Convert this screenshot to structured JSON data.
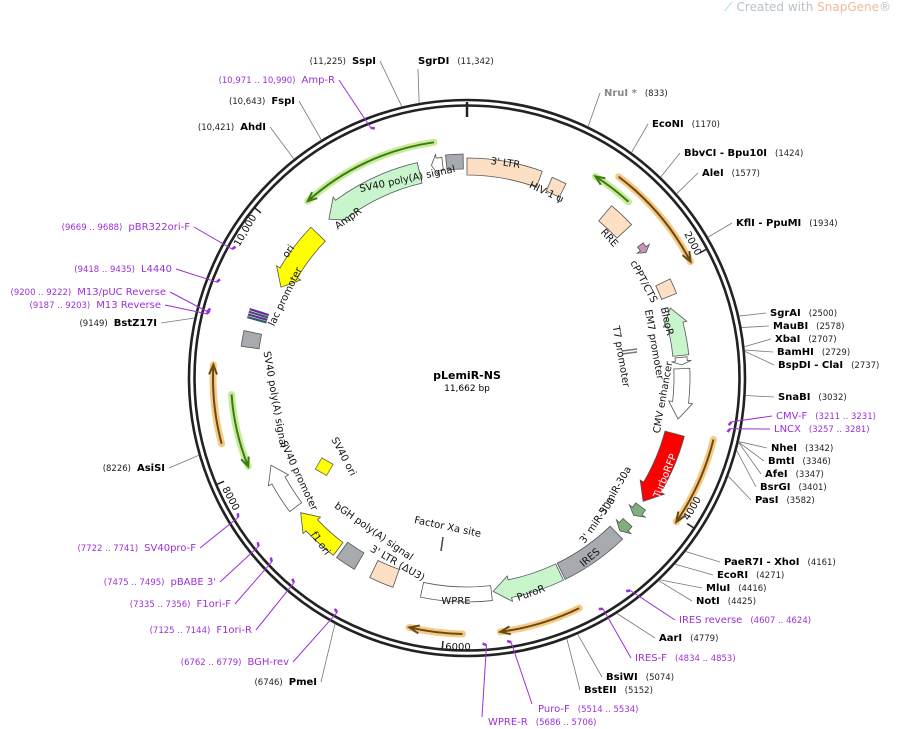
{
  "header": {
    "credit_prefix": "Created with ",
    "credit_brand": "SnapGene",
    "credit_suffix": "®"
  },
  "plasmid": {
    "name": "pLemiR-NS",
    "length": "11,662 bp"
  },
  "ticks": [
    "2000",
    "4000",
    "6000",
    "8000",
    "10,000"
  ],
  "enzymes": [
    {
      "name": "SspI",
      "pos": "(11,225)"
    },
    {
      "name": "SgrDI",
      "pos": "(11,342)"
    },
    {
      "name": "FspI",
      "pos": "(10,643)"
    },
    {
      "name": "AhdI",
      "pos": "(10,421)"
    },
    {
      "name": "BstZ17I",
      "pos": "(9149)"
    },
    {
      "name": "AsiSI",
      "pos": "(8226)"
    },
    {
      "name": "PmeI",
      "pos": "(6746)"
    },
    {
      "name": "NruI *",
      "pos": "(833)"
    },
    {
      "name": "EcoNI",
      "pos": "(1170)"
    },
    {
      "name": "BbvCI  - Bpu10I",
      "pos": "(1424)"
    },
    {
      "name": "AleI",
      "pos": "(1577)"
    },
    {
      "name": "KflI  - PpuMI",
      "pos": "(1934)"
    },
    {
      "name": "SgrAI",
      "pos": "(2500)"
    },
    {
      "name": "MauBI",
      "pos": "(2578)"
    },
    {
      "name": "XbaI",
      "pos": "(2707)"
    },
    {
      "name": "BamHI",
      "pos": "(2729)"
    },
    {
      "name": "BspDI  - ClaI",
      "pos": "(2737)"
    },
    {
      "name": "SnaBI",
      "pos": "(3032)"
    },
    {
      "name": "NheI",
      "pos": "(3342)"
    },
    {
      "name": "BmtI",
      "pos": "(3346)"
    },
    {
      "name": "AfeI",
      "pos": "(3347)"
    },
    {
      "name": "BsrGI",
      "pos": "(3401)"
    },
    {
      "name": "PasI",
      "pos": "(3582)"
    },
    {
      "name": "PaeR7I  - XhoI",
      "pos": "(4161)"
    },
    {
      "name": "EcoRI",
      "pos": "(4271)"
    },
    {
      "name": "MluI",
      "pos": "(4416)"
    },
    {
      "name": "NotI",
      "pos": "(4425)"
    },
    {
      "name": "AarI",
      "pos": "(4779)"
    },
    {
      "name": "BsiWI",
      "pos": "(5074)"
    },
    {
      "name": "BstEII",
      "pos": "(5152)"
    }
  ],
  "primers": [
    {
      "name": "Amp-R",
      "range": "(10,971 .. 10,990)"
    },
    {
      "name": "pBR322ori-F",
      "range": "(9669 .. 9688)"
    },
    {
      "name": "L4440",
      "range": "(9418 .. 9435)"
    },
    {
      "name": "M13/pUC Reverse",
      "range": "(9200 .. 9222)"
    },
    {
      "name": "M13 Reverse",
      "range": "(9187 .. 9203)"
    },
    {
      "name": "CMV-F",
      "range": "(3211 .. 3231)"
    },
    {
      "name": "LNCX",
      "range": "(3257 .. 3281)"
    },
    {
      "name": "IRES reverse",
      "range": "(4607 .. 4624)"
    },
    {
      "name": "IRES-F",
      "range": "(4834 .. 4853)"
    },
    {
      "name": "Puro-F",
      "range": "(5514 .. 5534)"
    },
    {
      "name": "WPRE-R",
      "range": "(5686 .. 5706)"
    },
    {
      "name": "SV40pro-F",
      "range": "(7722 .. 7741)"
    },
    {
      "name": "pBABE 3'",
      "range": "(7475 .. 7495)"
    },
    {
      "name": "F1ori-F",
      "range": "(7335 .. 7356)"
    },
    {
      "name": "F1ori-R",
      "range": "(7125 .. 7144)"
    },
    {
      "name": "BGH-rev",
      "range": "(6762 .. 6779)"
    }
  ],
  "features": [
    "3' LTR",
    "HIV-1 ψ",
    "SV40 poly(A) signal",
    "AmpR",
    "ori",
    "lac promoter",
    "RRE",
    "cPPT/CTS",
    "BleoR",
    "EM7 promoter",
    "T7 promoter",
    "CMV enhancer",
    "TurboRFP",
    "5' miR-30a",
    "3' miR-30a",
    "IRES",
    "PuroR",
    "WPRE",
    "3' LTR (ΔU3)",
    "bGH poly(A) signal",
    "f1 ori",
    "SV40 promoter",
    "SV40 ori",
    "SV40 poly(A) signal",
    "Factor Xa site"
  ],
  "colors": {
    "ring": "#222222",
    "enzyme": "#000000",
    "enzyme_noncut": "#888888",
    "primer": "#9b30d9",
    "ltr": "#fde0c3",
    "gray_feature": "#a7abb0",
    "green_marker": "#c8f5cc",
    "ori": "#ffff00",
    "turbo_rfp": "#ff0000",
    "mir": "#7fb07f",
    "orf_halo": "#f6c985",
    "orf_line": "#6a4a14",
    "orf_green_halo": "#c6ec9a",
    "orf_green_line": "#3f7a12"
  }
}
